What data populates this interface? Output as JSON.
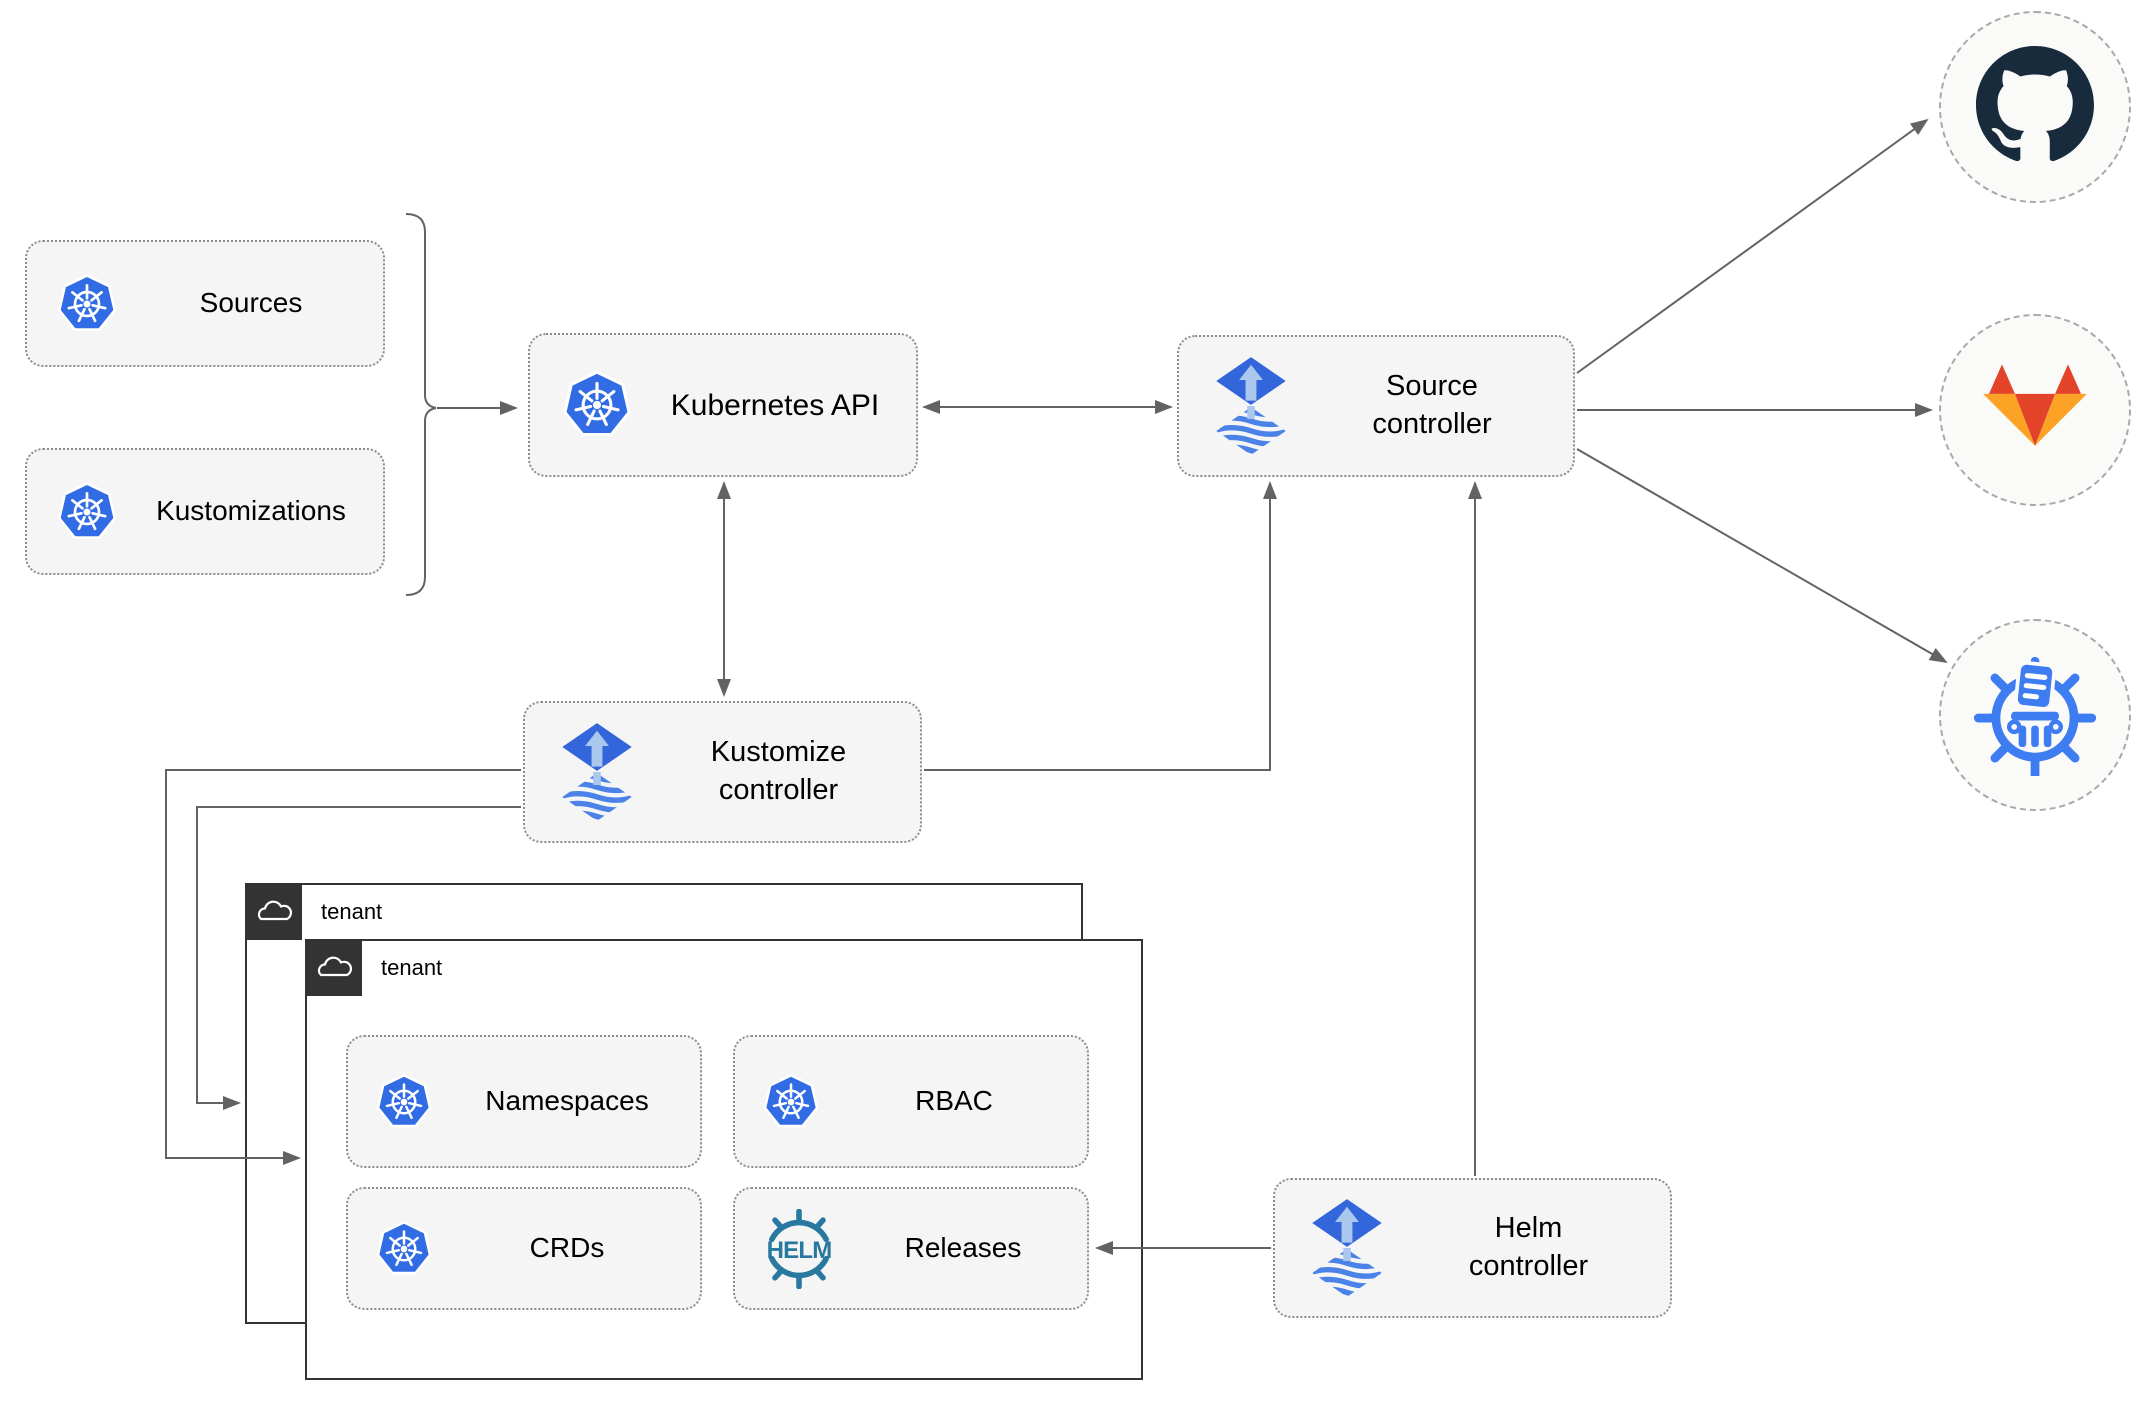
{
  "diagram": {
    "nodes": {
      "sources": {
        "label": "Sources"
      },
      "kustomizations": {
        "label": "Kustomizations"
      },
      "kubernetes_api": {
        "label": "Kubernetes API"
      },
      "source_controller": {
        "label": "Source controller"
      },
      "kustomize_controller": {
        "label": "Kustomize controller"
      },
      "helm_controller": {
        "label": "Helm controller"
      },
      "namespaces": {
        "label": "Namespaces"
      },
      "rbac": {
        "label": "RBAC"
      },
      "crds": {
        "label": "CRDs"
      },
      "releases": {
        "label": "Releases"
      }
    },
    "groups": {
      "tenant_outer": {
        "label": "tenant"
      },
      "tenant_inner": {
        "label": "tenant"
      }
    },
    "icons": {
      "kubernetes": "kubernetes-wheel-icon",
      "flux": "flux-diamond-icon",
      "helm": "helm-wheel-icon",
      "github": "github-octocat-icon",
      "gitlab": "gitlab-fox-icon",
      "chartmuseum": "chartmuseum-helm-repository-icon",
      "cloud": "cloud-icon"
    },
    "colors": {
      "kubernetes_blue": "#326CE5",
      "flux_blue": "#3466DB",
      "flux_stripe": "#4B82E8",
      "flux_arrow": "#AAC7EE",
      "helm_teal": "#2878A0",
      "github_dark": "#182B3D",
      "gitlab_red": "#E24329",
      "gitlab_orange": "#FCA326",
      "chartmuseum_blue": "#3D7DF1",
      "edge_gray": "#636363",
      "node_fill": "#F5F5F5",
      "tenant_dark": "#333333"
    }
  }
}
